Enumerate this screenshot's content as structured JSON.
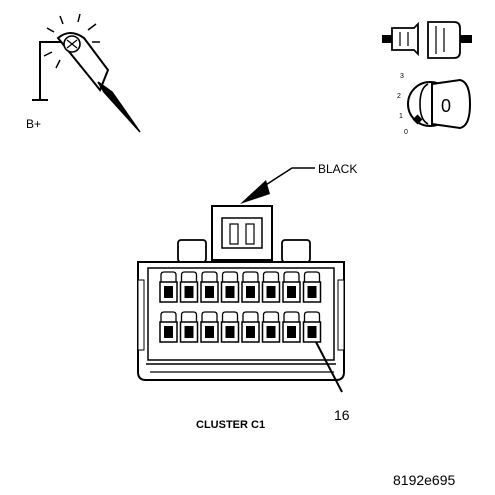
{
  "labels": {
    "battery": "B+",
    "wire_color": "BLACK",
    "connector_name": "CLUSTER C1",
    "pin_callout": "16",
    "figure_id": "8192e695"
  },
  "ignition": {
    "key_position": "0",
    "positions": [
      "3",
      "2",
      "1",
      "0"
    ]
  },
  "connector": {
    "rows": 2,
    "cavities_per_row": 8
  },
  "icons": [
    "test-light-icon",
    "disconnect-connector-icon",
    "ignition-key-icon"
  ]
}
